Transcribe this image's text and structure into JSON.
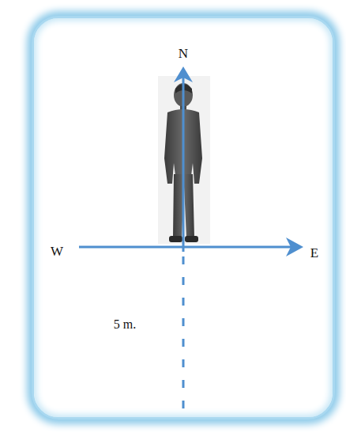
{
  "diagram": {
    "labels": [
      "N",
      "W",
      "E",
      "5 m."
    ]
  }
}
